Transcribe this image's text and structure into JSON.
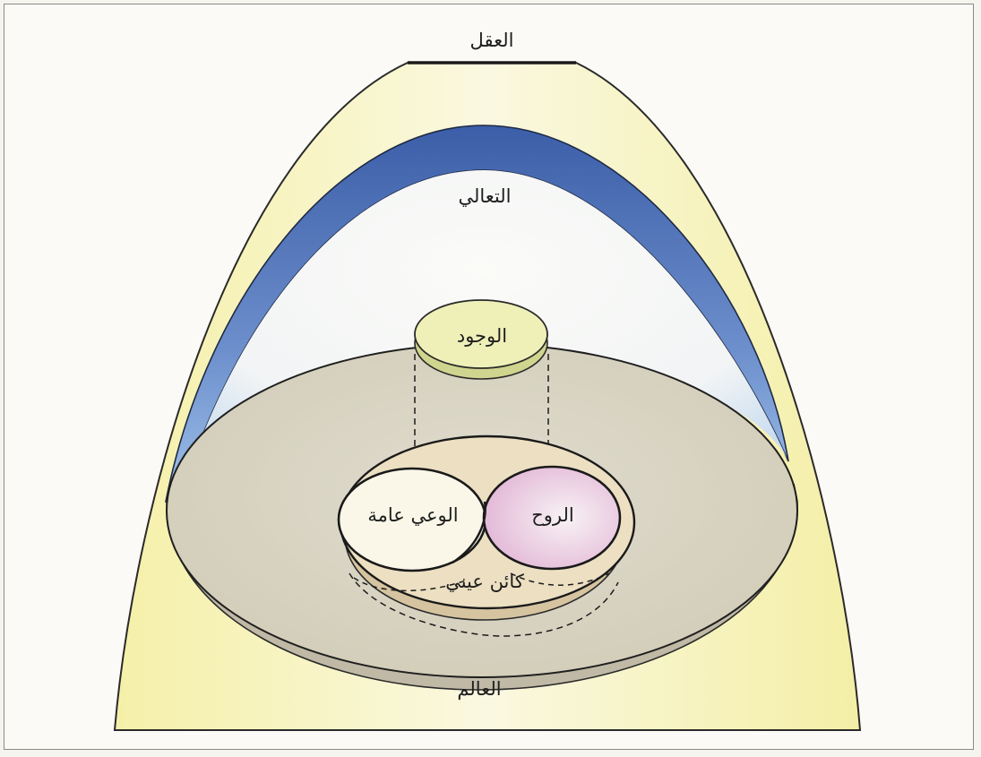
{
  "labels": {
    "intellect": "العقل",
    "transcendence": "التعالي",
    "being": "الوجود",
    "consciousness": "الوعي عامة",
    "spirit": "الروح",
    "existent": "كائن عيني",
    "world": "العالم"
  },
  "colors": {
    "outer_dome": "#f3eea6",
    "inner_band": "#4d6fb3",
    "world_disc": "#dad6c7",
    "being_disc": "#eef0b8",
    "existent_disc": "#e8dcbf",
    "spirit_tint": "#e8c6e0"
  }
}
